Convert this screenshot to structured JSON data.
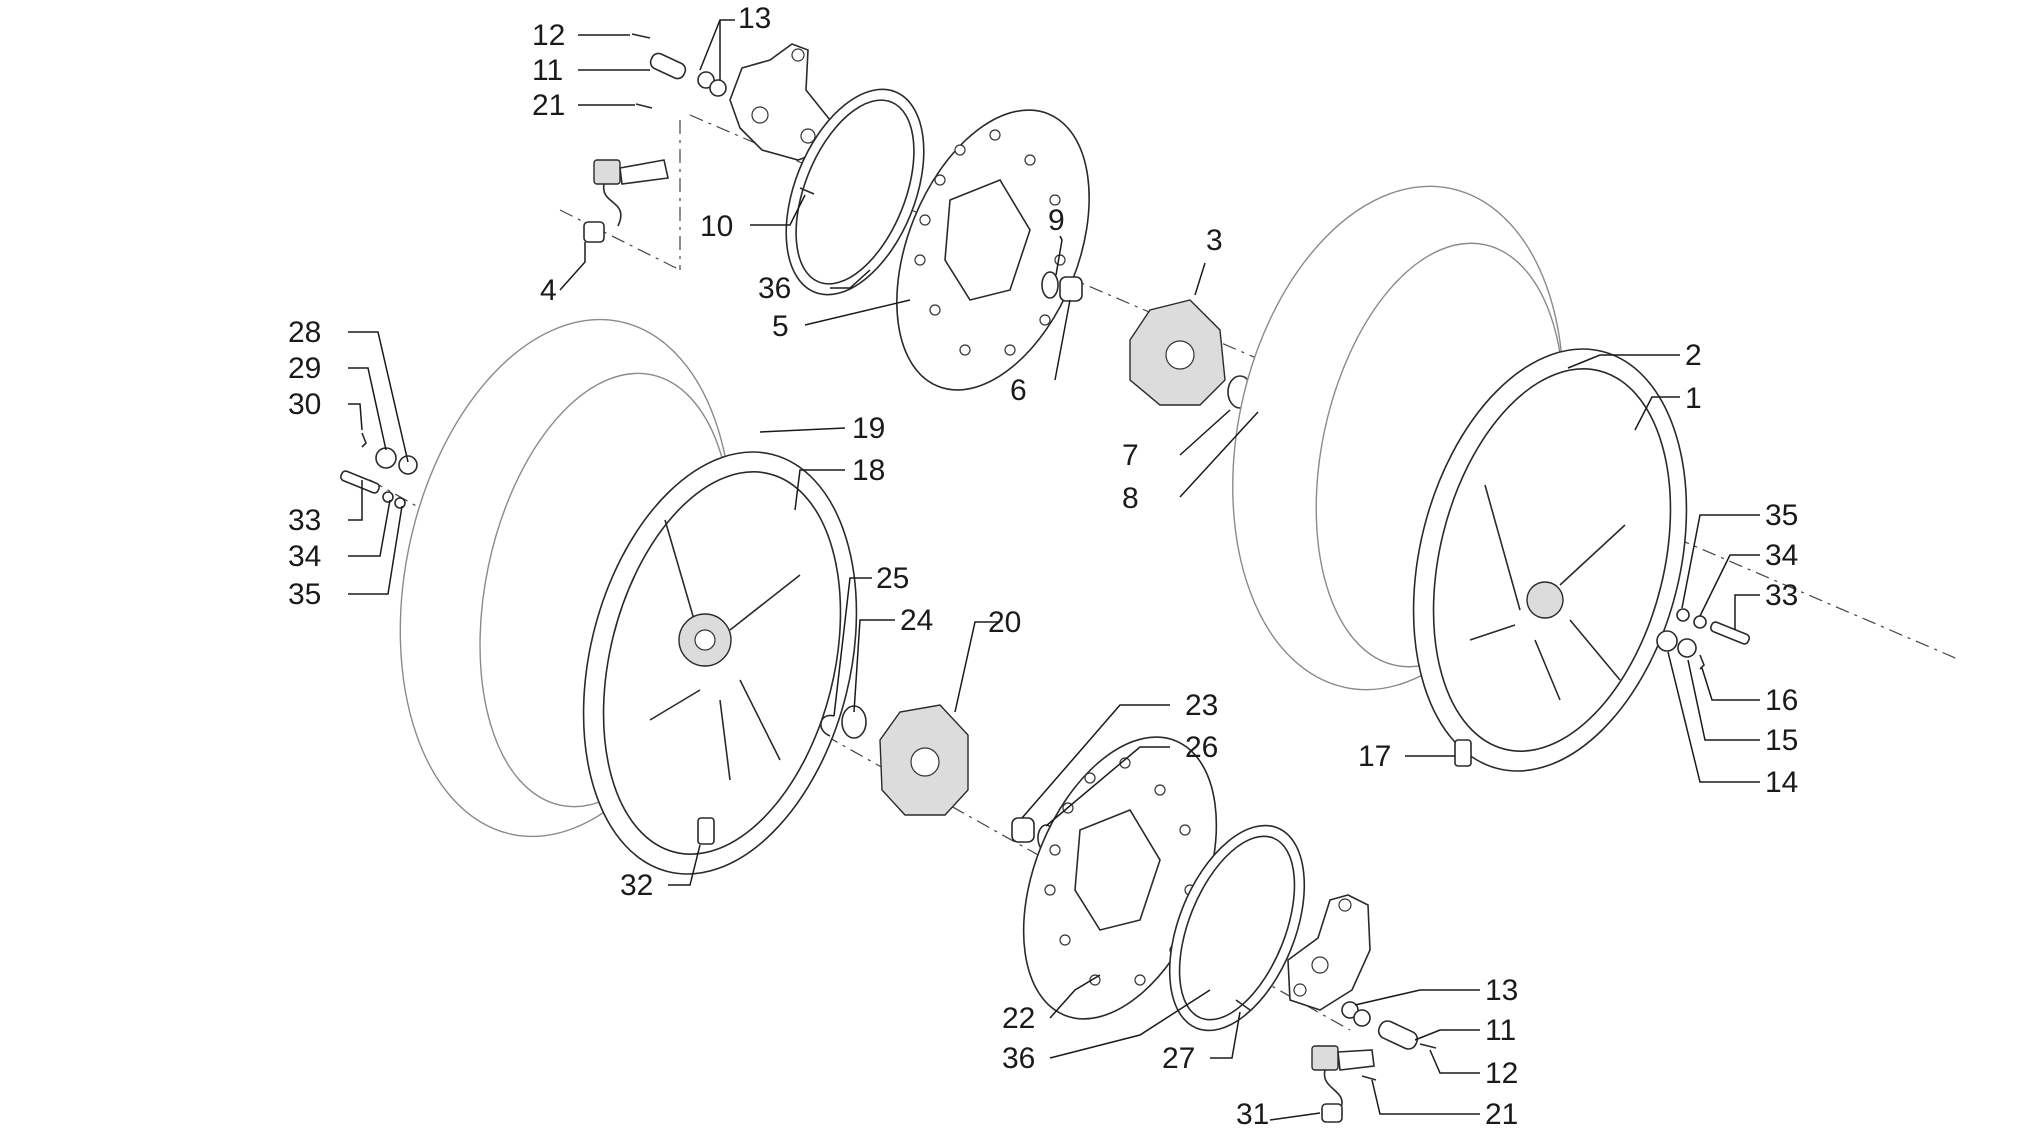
{
  "diagram": {
    "labels": [
      {
        "id": "l12a",
        "text": "12"
      },
      {
        "id": "l13a",
        "text": "13"
      },
      {
        "id": "l11a",
        "text": "11"
      },
      {
        "id": "l21a",
        "text": "21"
      },
      {
        "id": "l10",
        "text": "10"
      },
      {
        "id": "l4",
        "text": "4"
      },
      {
        "id": "l36a",
        "text": "36"
      },
      {
        "id": "l5",
        "text": "5"
      },
      {
        "id": "l9",
        "text": "9"
      },
      {
        "id": "l3",
        "text": "3"
      },
      {
        "id": "l6",
        "text": "6"
      },
      {
        "id": "l2",
        "text": "2"
      },
      {
        "id": "l1",
        "text": "1"
      },
      {
        "id": "l7",
        "text": "7"
      },
      {
        "id": "l8",
        "text": "8"
      },
      {
        "id": "l28",
        "text": "28"
      },
      {
        "id": "l29",
        "text": "29"
      },
      {
        "id": "l30",
        "text": "30"
      },
      {
        "id": "l19",
        "text": "19"
      },
      {
        "id": "l18",
        "text": "18"
      },
      {
        "id": "l33a",
        "text": "33"
      },
      {
        "id": "l34a",
        "text": "34"
      },
      {
        "id": "l35a",
        "text": "35"
      },
      {
        "id": "l25",
        "text": "25"
      },
      {
        "id": "l24",
        "text": "24"
      },
      {
        "id": "l20",
        "text": "20"
      },
      {
        "id": "l35b",
        "text": "35"
      },
      {
        "id": "l34b",
        "text": "34"
      },
      {
        "id": "l33b",
        "text": "33"
      },
      {
        "id": "l16",
        "text": "16"
      },
      {
        "id": "l15",
        "text": "15"
      },
      {
        "id": "l14",
        "text": "14"
      },
      {
        "id": "l17",
        "text": "17"
      },
      {
        "id": "l23",
        "text": "23"
      },
      {
        "id": "l26",
        "text": "26"
      },
      {
        "id": "l32",
        "text": "32"
      },
      {
        "id": "l13b",
        "text": "13"
      },
      {
        "id": "l11b",
        "text": "11"
      },
      {
        "id": "l22",
        "text": "22"
      },
      {
        "id": "l36b",
        "text": "36"
      },
      {
        "id": "l27",
        "text": "27"
      },
      {
        "id": "l12b",
        "text": "12"
      },
      {
        "id": "l31",
        "text": "31"
      },
      {
        "id": "l21b",
        "text": "21"
      }
    ]
  }
}
